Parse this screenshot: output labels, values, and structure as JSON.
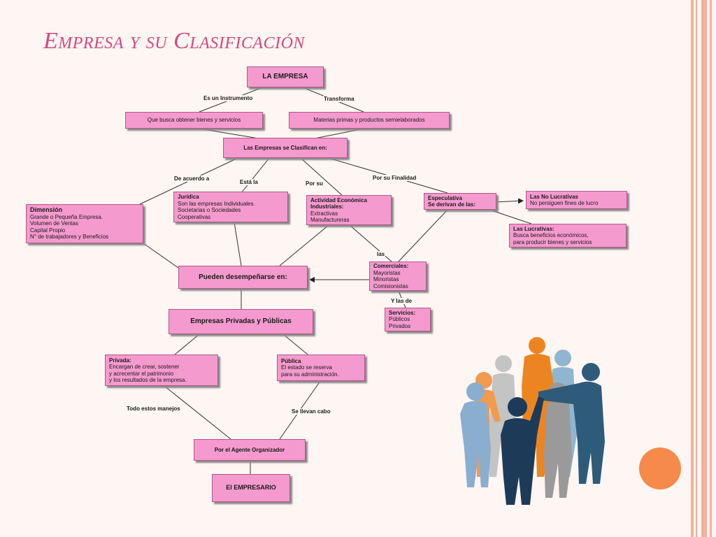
{
  "slide": {
    "title": "Empresa y su Clasificación"
  },
  "colors": {
    "title": "#d9467f",
    "node_fill": "#f49ace",
    "border_stripes": "#f4b09a",
    "orange_circle": "#f58a4a"
  },
  "icons": [
    "people-group-illustration",
    "orange-circle-decoration"
  ],
  "diagram": {
    "nodes": {
      "la_empresa": "LA EMPRESA",
      "busca": "Que busca obtener bienes y servicios",
      "materias": "Materias primas y productos semielaborados",
      "clasifican": "Las Empresas se Clasifican en:",
      "dimension": {
        "title": "Dimensión",
        "lines": [
          "Grande o Pequeña Empresa.",
          "Volumen de Ventas",
          "Capital Propio",
          "N° de trabajadores y Beneficios"
        ]
      },
      "juridica": {
        "title": "Jurídica",
        "lines": [
          "Son las empresas Individuales.",
          "Societarias o Sociedades",
          "Cooperativas"
        ]
      },
      "actividad": {
        "title": "Actividad Económica",
        "title2": "Industriales:",
        "lines": [
          "Extractivas",
          "Manufactureras"
        ]
      },
      "especulativa": {
        "title": "Especulativa",
        "title2": "Se derivan de las:"
      },
      "no_lucrativas": {
        "title": "Las No Lucrativas",
        "lines": [
          "No persiguen fines de lucro"
        ]
      },
      "lucrativas": {
        "title": "Las Lucrativas:",
        "lines": [
          "Busca beneficios económicos,",
          "para producir bienes y servicios"
        ]
      },
      "comerciales": {
        "title": "Comerciales:",
        "lines": [
          "Mayoristas",
          "Minoristas",
          "Comisionistas"
        ]
      },
      "servicios": {
        "title": "Servicios:",
        "lines": [
          "Públicos",
          "Privados"
        ]
      },
      "pueden": "Pueden desempeñarse en:",
      "privadas_publicas": "Empresas Privadas y Públicas",
      "privada": {
        "title": "Privada:",
        "lines": [
          "Encargan de crear, sostener",
          "y acrecentar el patrimonio",
          "y los resultados de la empresa."
        ]
      },
      "publica": {
        "title": "Pública",
        "lines": [
          "El estado se reserva",
          "para su administración."
        ]
      },
      "agente": "Por el Agente Organizador",
      "empresario": "El EMPRESARIO"
    },
    "edge_labels": {
      "instrumento": "Es un Instrumento",
      "transforma": "Transforma",
      "de_acuerdo": "De acuerdo a",
      "esta_la": "Está la",
      "por_su": "Por su",
      "por_su_finalidad": "Por su Finalidad",
      "las": "las",
      "y_las_de": "Y las  de",
      "todo_estos": "Todo estos manejos",
      "se_llevan": "Se llevan cabo"
    }
  }
}
